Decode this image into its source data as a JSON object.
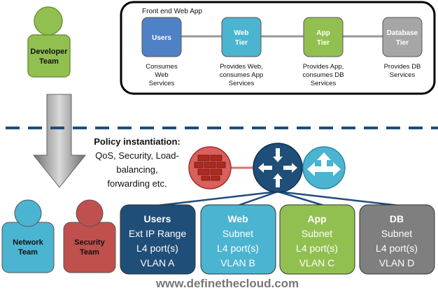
{
  "developer_team": {
    "line1": "Developer",
    "line2": "Team",
    "color": "#92c050"
  },
  "frontend": {
    "title": "Front end Web App",
    "tiers": [
      {
        "line1": "Users",
        "line2": "",
        "color": "#4f81c7",
        "caption": [
          "Consumes",
          "Web",
          "Services"
        ]
      },
      {
        "line1": "Web",
        "line2": "Tier",
        "color": "#4bb4d0",
        "caption": [
          "Provides Web,",
          "consumes App",
          "Services"
        ]
      },
      {
        "line1": "App",
        "line2": "Tier",
        "color": "#92c050",
        "caption": [
          "Provides App,",
          "consumes DB",
          "Services"
        ]
      },
      {
        "line1": "Database",
        "line2": "Tier",
        "color": "#a6a6a6",
        "caption": [
          "Provides DB",
          "Services"
        ]
      }
    ]
  },
  "policy": {
    "lines": [
      "Policy instantiation:",
      "QoS, Security, Load-",
      "balancing,",
      "forwarding etc."
    ]
  },
  "devices": [
    {
      "icon": "firewall-icon",
      "color": "#c0504d"
    },
    {
      "icon": "router-icon",
      "color": "#1f4e79"
    },
    {
      "icon": "load-balancer-icon",
      "color": "#4bb4d0"
    }
  ],
  "teams": [
    {
      "line1": "Network",
      "line2": "Team",
      "color": "#4bb4d0"
    },
    {
      "line1": "Security",
      "line2": "Team",
      "color": "#c0504d"
    }
  ],
  "segments": [
    {
      "lines": [
        "Users",
        "Ext IP Range",
        "L4 port(s)",
        "VLAN A"
      ],
      "color": "#1f4e79"
    },
    {
      "lines": [
        "Web",
        "Subnet",
        "L4 port(s)",
        "VLAN B"
      ],
      "color": "#4bb4d0"
    },
    {
      "lines": [
        "App",
        "Subnet",
        "L4 port(s)",
        "VLAN C"
      ],
      "color": "#92c050"
    },
    {
      "lines": [
        "DB",
        "Subnet",
        "L4 port(s)",
        "VLAN D"
      ],
      "color": "#7f7f7f"
    }
  ],
  "footer": {
    "website": "www.definethecloud.com"
  }
}
